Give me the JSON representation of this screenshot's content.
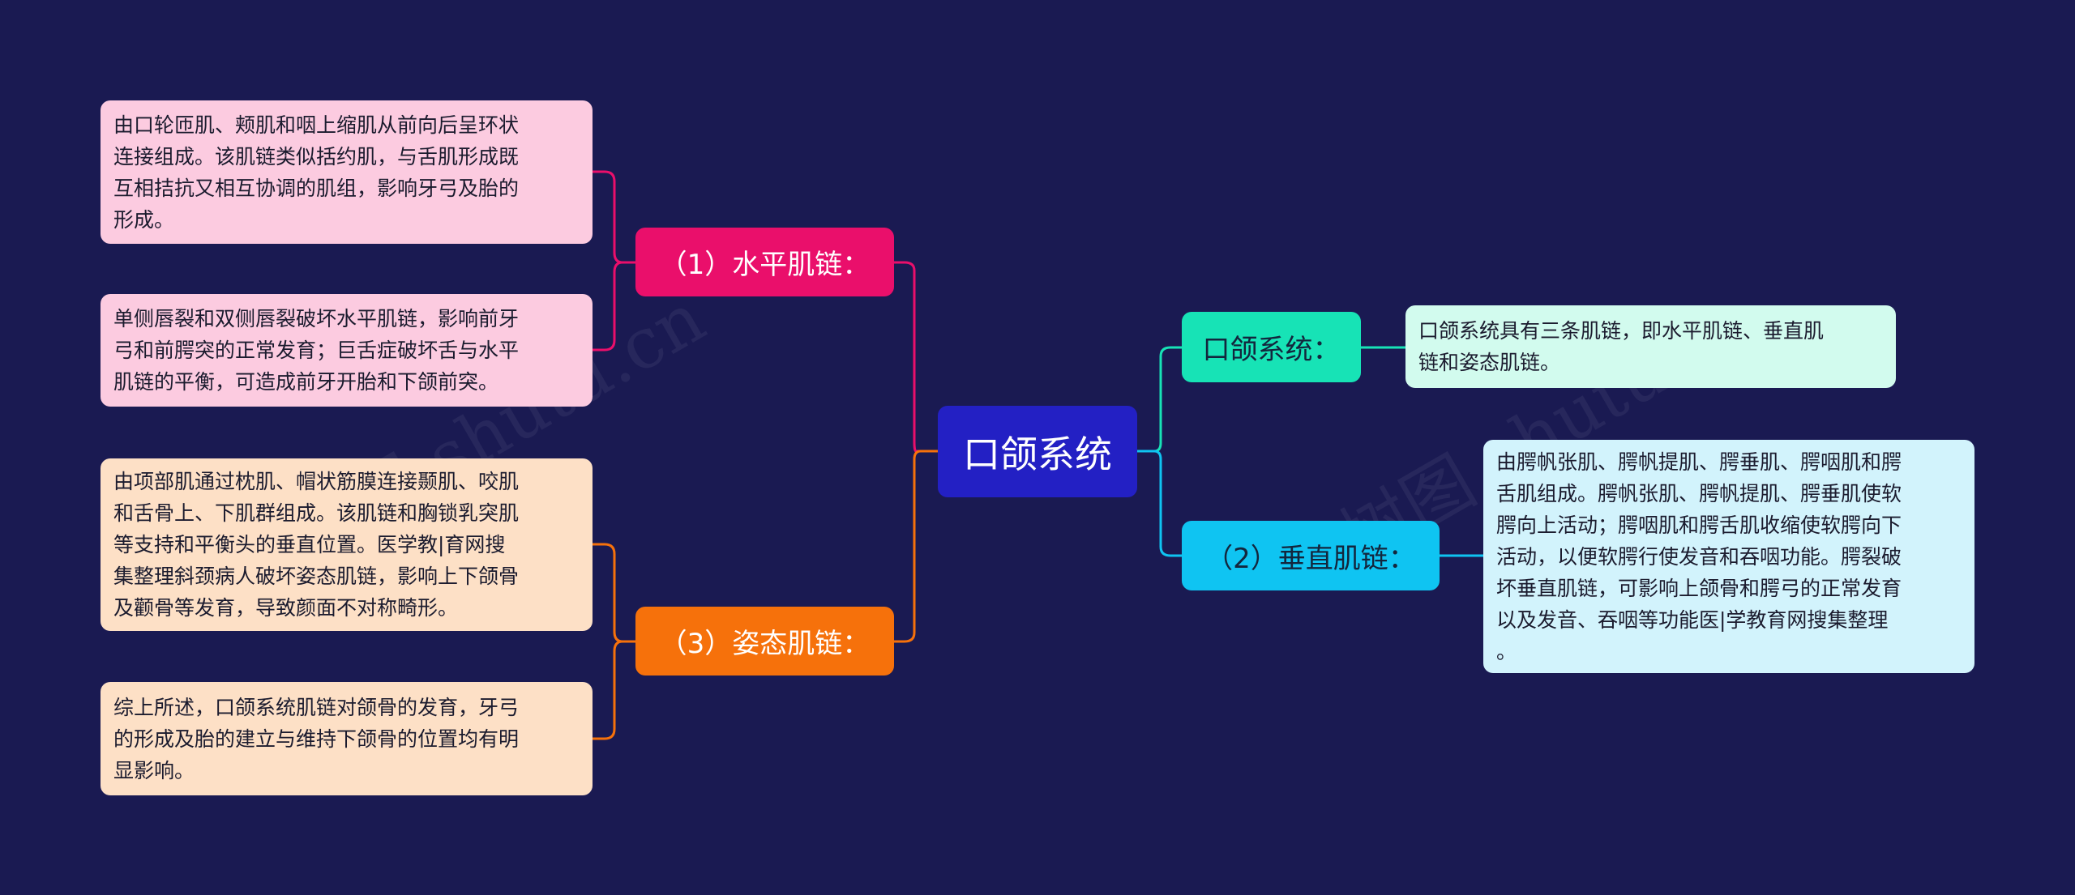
{
  "root": {
    "label": "口颌系统"
  },
  "branches": {
    "horizontal": {
      "label": "（1）水平肌链：",
      "color": "#ea0f6b"
    },
    "posture": {
      "label": "（3）姿态肌链：",
      "color": "#f6710b"
    },
    "system": {
      "label": "口颌系统：",
      "color": "#17e3b6"
    },
    "vertical": {
      "label": "（2）垂直肌链：",
      "color": "#0fc4f2"
    }
  },
  "leaves": {
    "horizontal_1": {
      "lines": [
        "由口轮匝肌、颊肌和咽上缩肌从前向后呈环状",
        "连接组成。该肌链类似括约肌，与舌肌形成既",
        "互相拮抗又相互协调的肌组，影响牙弓及胎的",
        "形成。"
      ]
    },
    "horizontal_2": {
      "lines": [
        "单侧唇裂和双侧唇裂破坏水平肌链，影响前牙",
        "弓和前腭突的正常发育；巨舌症破坏舌与水平",
        "肌链的平衡，可造成前牙开胎和下颌前突。"
      ]
    },
    "posture_1": {
      "lines": [
        "由项部肌通过枕肌、帽状筋膜连接颞肌、咬肌",
        "和舌骨上、下肌群组成。该肌链和胸锁乳突肌",
        "等支持和平衡头的垂直位置。医学教|育网搜",
        "集整理斜颈病人破坏姿态肌链，影响上下颌骨",
        "及颧骨等发育，导致颜面不对称畸形。"
      ]
    },
    "posture_2": {
      "lines": [
        "综上所述，口颌系统肌链对颌骨的发育，牙弓",
        "的形成及胎的建立与维持下颌骨的位置均有明",
        "显影响。"
      ]
    },
    "system_1": {
      "lines": [
        "口颌系统具有三条肌链，即水平肌链、垂直肌",
        "链和姿态肌链。"
      ]
    },
    "vertical_1": {
      "lines": [
        "由腭帆张肌、腭帆提肌、腭垂肌、腭咽肌和腭",
        "舌肌组成。腭帆张肌、腭帆提肌、腭垂肌使软",
        "腭向上活动；腭咽肌和腭舌肌收缩使软腭向下",
        "活动，以便软腭行使发音和吞咽功能。腭裂破",
        "坏垂直肌链，可影响上颌骨和腭弓的正常发育",
        "以及发音、吞咽等功能医|学教育网搜集整理",
        "。"
      ]
    }
  },
  "watermark": {
    "text": "树图 shutu.cn"
  }
}
